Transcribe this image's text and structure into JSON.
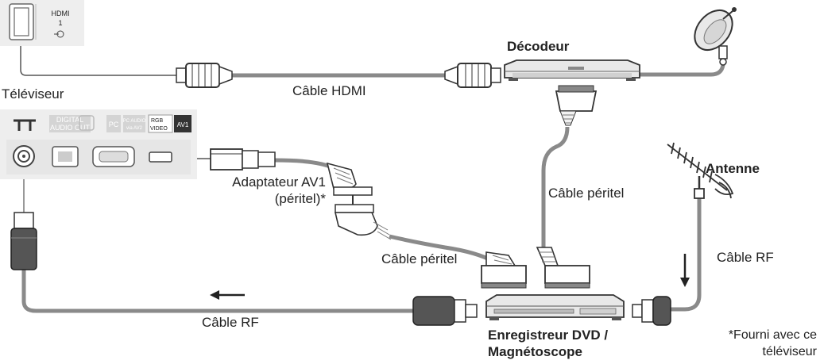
{
  "hdmi_terminal": {
    "line1": "HDMI",
    "line2": "1"
  },
  "tv_panel": {
    "digital_audio_line1": "DIGITAL",
    "digital_audio_line2": "AUDIO OUT",
    "pc_label": "PC",
    "pc_audio_line1": "PC AUDIO",
    "pc_audio_line2": "via AV2",
    "rgb_label": "RGB",
    "video_label": "VIDEO",
    "av1_label": "AV1"
  },
  "labels": {
    "tv": "Téléviseur",
    "decoder": "Décodeur",
    "hdmi_cable": "Câble HDMI",
    "antenna": "Antenne",
    "scart_cable_right": "Câble péritel",
    "adapter_line1": "Adaptateur AV1",
    "adapter_line2": "(péritel)*",
    "scart_cable_middle": "Câble péritel",
    "rf_cable_right": "Câble RF",
    "rf_cable_bottom": "Câble RF",
    "recorder_line1": "Enregistreur DVD /",
    "recorder_line2": "Magnétoscope",
    "footnote_line1": "*Fourni avec ce",
    "footnote_line2": "téléviseur"
  }
}
